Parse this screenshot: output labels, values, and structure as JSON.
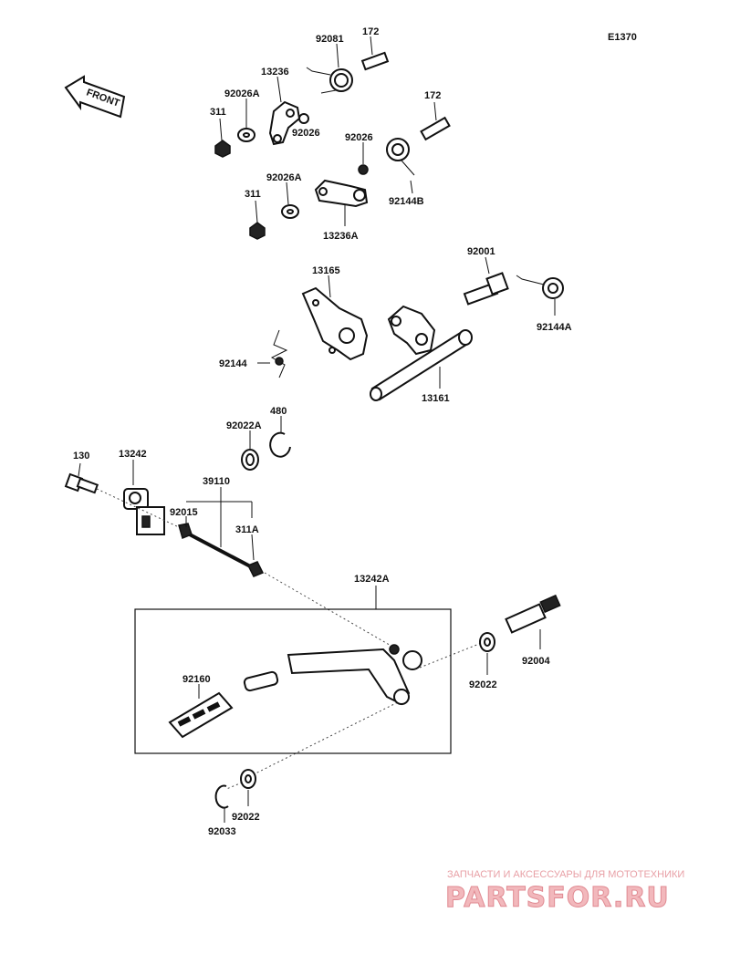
{
  "diagram": {
    "code": "E1370",
    "front_label": "FRONT",
    "labels": {
      "p92081": "92081",
      "p172a": "172",
      "p13236": "13236",
      "p92026A_a": "92026A",
      "p311_a": "311",
      "p92026_a": "92026",
      "p172b": "172",
      "p92026_b": "92026",
      "p92144B": "92144B",
      "p92026A_b": "92026A",
      "p311_b": "311",
      "p13236A": "13236A",
      "p92001": "92001",
      "p13165": "13165",
      "p92144A": "92144A",
      "p92144": "92144",
      "p13161": "13161",
      "p92022A": "92022A",
      "p480": "480",
      "p130": "130",
      "p13242": "13242",
      "p39110": "39110",
      "p92015": "92015",
      "p311A": "311A",
      "p13242A": "13242A",
      "p92004": "92004",
      "p92160": "92160",
      "p92022_a": "92022",
      "p92022_b": "92022",
      "p92033": "92033"
    }
  },
  "watermark": {
    "caption": "ЗАПЧАСТИ И АКСЕССУАРЫ ДЛЯ МОТОТЕХНИКИ",
    "logo": "PARTSFOR.RU"
  }
}
